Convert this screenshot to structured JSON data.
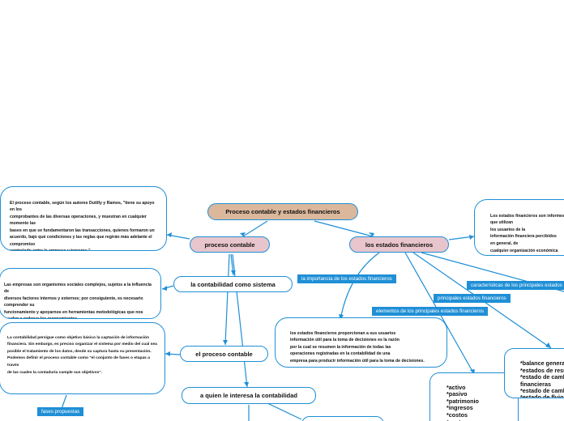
{
  "colors": {
    "line": "#1f8fd6",
    "label_bg": "#1f8fd6",
    "pink": "#e8c5cc",
    "tan": "#dbb79c"
  },
  "root": {
    "label": "Proceso contable y estados financieros"
  },
  "left": {
    "proceso_contable": "proceso contable",
    "quote_text": "El proceso contable, según los autores Dutilly y Ramos, \"tiene su apoyo en los\ncomprobantes de las diversas operaciones, y muestran en cualquier momento las\nbases en que se fundamentaron las transacciones, quienes formaron un acuerdo, bajo qué condiciones y las reglas que regirán más adelante el compromiso\ncontrolado entre la empresa y terceros.\"",
    "contabilidad_sistema": "la contabilidad como sistema",
    "sistema_text": "Las empresas son organismos sociales complejos, sujetos a la influencia de\ndiversos factores internos y externos; por consiguiente, es necesario comprender su\nfuncionamiento y apoyarnos en herramientas metodológicas que nos ayuden a ordenar los razonamientos.",
    "proceso_contable_2": "el proceso contable",
    "proceso_text": "La contabilidad persigue como objetivo básico la captación de información\nfinanciera. Sin embargo, es preciso organizar el sistema por medio del cual sea\nposible el tratamiento de los datos, desde su captura hasta su presentación.\nPodemos definir el proceso contable como \"el conjunto de fases o etapas a través\nde las cuales la contaduría cumple sus objetivos\".",
    "fases_label": "fases propuestas",
    "interesa": "a quien le interesa la contabilidad"
  },
  "right": {
    "estados": "los estados financieros",
    "estados_text": "Los estados financieros son informes que utilizan\nlos usuarios de la\ninformación financiera percibidos\nen general, de\ncualquier organización económica\nconstituyen el producto final del\nllamado ciclo contable.",
    "importancia_label": "la importancia de los estados financieros",
    "importancia_text": "los estados financieros proporcionan a sus usuarios\ninformación útil para la toma de decisiones es la razón\npor la cual se resumen la información de todas las\noperaciones registradas en la contabilidad de una\nempresa para producir información útil para la toma de decisiones.",
    "caracteristicas_label": "características de los principales estados",
    "principales_label": "principales estados financieros",
    "elementos_label": "elementos de los principales estados financieros",
    "elementos_list": "*activo\n*pasivo\n*patrimonio\n*ingresos\n*costos\n*gastos\n*utilidad o pérdida",
    "principales_list": "*balance general\n*estados de resultados\n*estado de cambios en\nfinancieras\n*estado de cambios en\n*estado de flujo de efectivo"
  }
}
